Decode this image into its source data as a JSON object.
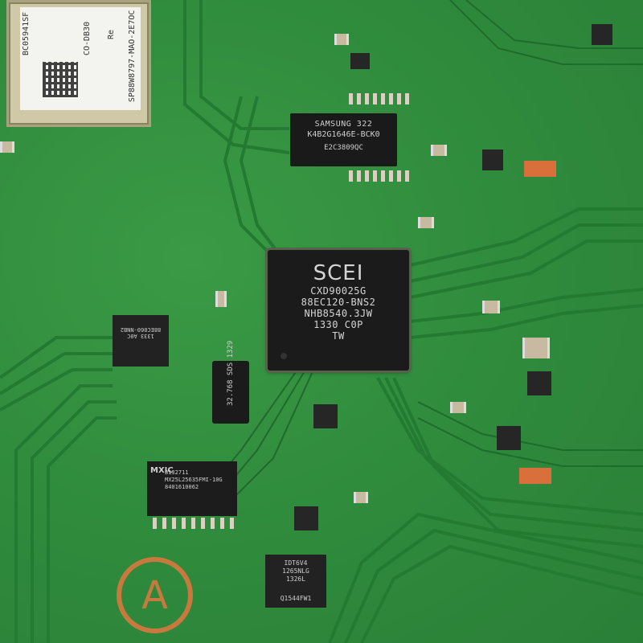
{
  "module": {
    "label_line1": "BC05941SF",
    "label_line2": "CO-DB30",
    "label_line3": "Re",
    "label_line4": "SP88W8797-MAO-2E7OC"
  },
  "soc": {
    "brand": "SCEI",
    "lines": [
      "CXD90025G",
      "88EC120-BNS2",
      "NHB8540.3JW",
      "1330 C0P",
      "TW"
    ]
  },
  "ram": {
    "line1": "SAMSUNG     322",
    "line2": "K4B2G1646E-BCK0",
    "line3": "E2C3809QC"
  },
  "flash": {
    "logo": "MXIC",
    "lines": [
      "B132711",
      "MX25L25635FMI-10G",
      "8401610062"
    ]
  },
  "ctrl": {
    "lines": [
      "88EC060-NNB2",
      "1333 A0C"
    ]
  },
  "clock": {
    "label": "32.768  SDS 1329"
  },
  "pll": {
    "lines": [
      "IDT6V4",
      "1265NLG",
      "1326L",
      "Q1544FW1"
    ]
  },
  "logo_a": {
    "letter": "A",
    "color": "#c87a3e"
  },
  "colors": {
    "board": "#2f8a3c",
    "trace": "#1f6b2c",
    "pad": "#d96f3a",
    "chip": "#1b1b1c"
  }
}
